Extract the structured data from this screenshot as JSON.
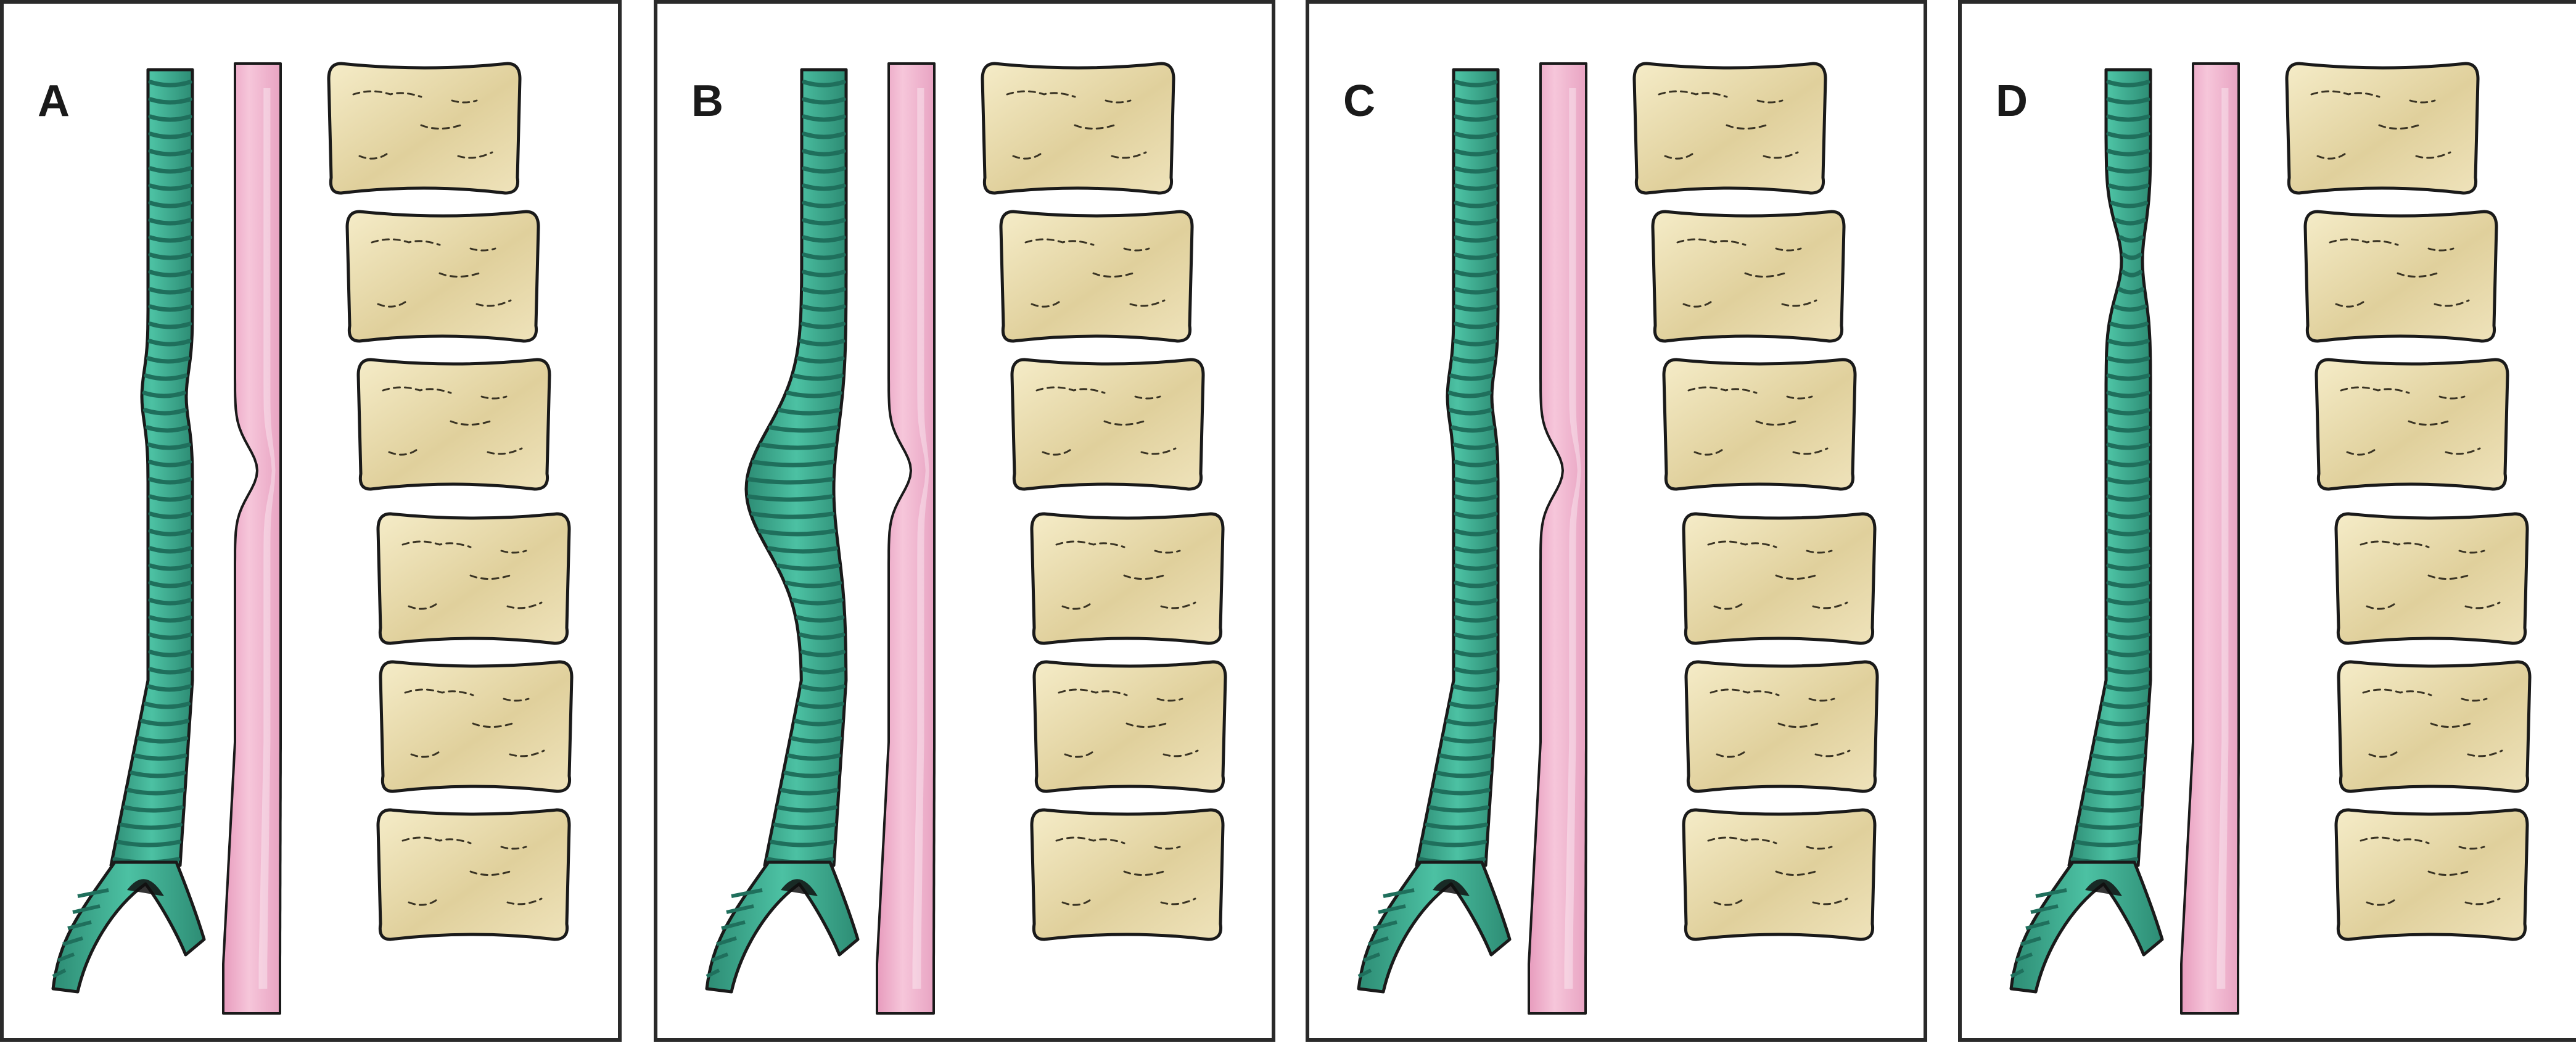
{
  "figure": {
    "panels": [
      {
        "label": "A",
        "trachea": "normal",
        "esophagus": "indented"
      },
      {
        "label": "B",
        "trachea": "bulged",
        "esophagus": "indented"
      },
      {
        "label": "C",
        "trachea": "normal",
        "esophagus": "indented"
      },
      {
        "label": "D",
        "trachea": "narrowed",
        "esophagus": "normal"
      }
    ],
    "colors": {
      "panel_border": "#2a2a2a",
      "trachea_fill": "#3fae93",
      "trachea_ring": "#1f6f5c",
      "esophagus_fill": "#f2b6cf",
      "esophagus_edge": "#c7789b",
      "vertebra_fill": "#efe3bb",
      "vertebra_shade": "#d8c692",
      "outline": "#1a1a1a"
    }
  }
}
